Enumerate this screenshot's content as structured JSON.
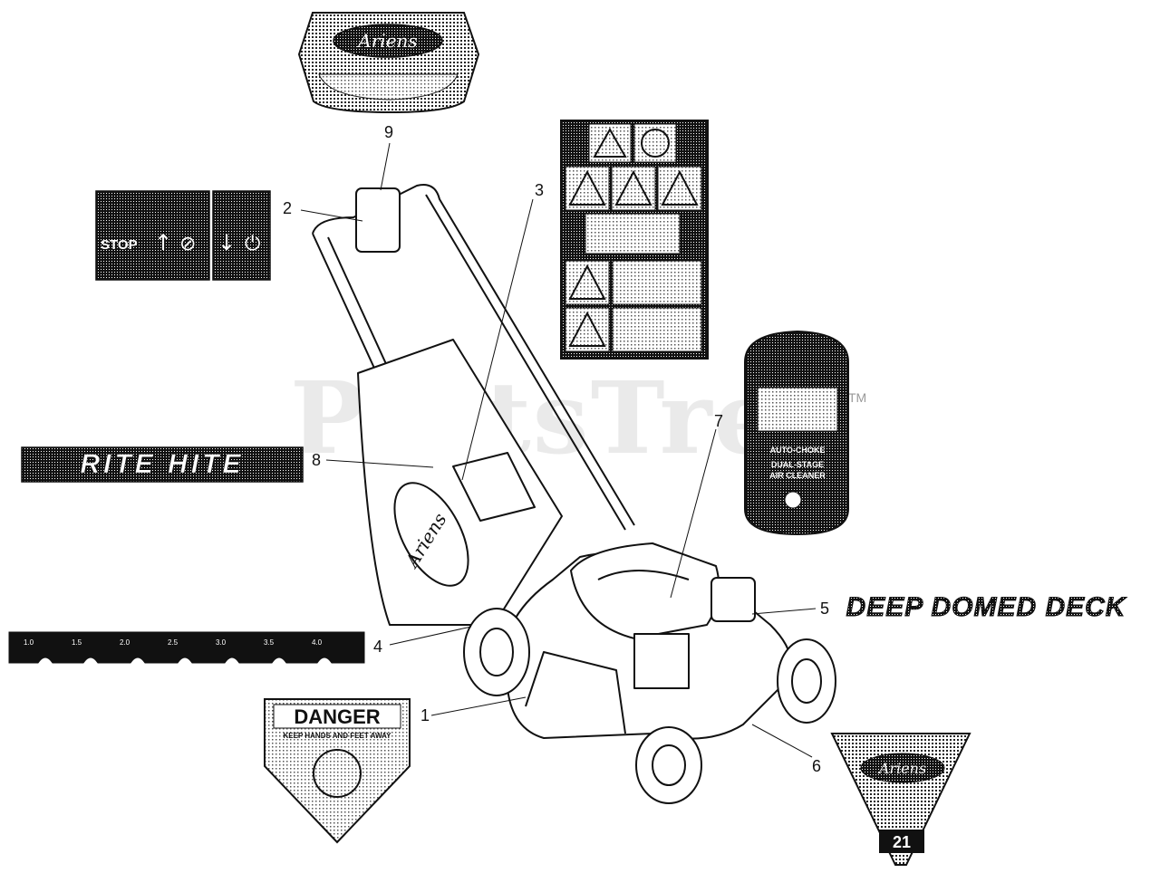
{
  "watermark": {
    "text": "PartsTre",
    "mark": "TM"
  },
  "callouts": [
    "1",
    "2",
    "3",
    "4",
    "5",
    "6",
    "7",
    "8",
    "9"
  ],
  "decals": {
    "stop": {
      "stop_text": "STOP"
    },
    "danger": {
      "title": "DANGER",
      "subtitle": "KEEP HANDS AND FEET AWAY"
    },
    "deep_domed_deck": {
      "text": "DEEP DOMED DECK"
    },
    "rite_hite": {
      "text": "RITE HITE"
    },
    "height_scale": {
      "values": [
        "1.0",
        "1.5",
        "2.0",
        "2.5",
        "3.0",
        "3.5",
        "4.0"
      ]
    },
    "engine_decal": {
      "line1": "AUTO-CHOKE",
      "line2": "DUAL-STAGE",
      "line3": "AIR CLEANER"
    },
    "mower_brand": "Ariens",
    "size_badge": "21"
  },
  "icons": [
    "warning-triangle-icon",
    "gas-pump-icon",
    "hand-hazard-icon",
    "foot-hazard-icon",
    "thrown-object-icon",
    "bystander-icon",
    "slope-icon",
    "gear-icon"
  ]
}
